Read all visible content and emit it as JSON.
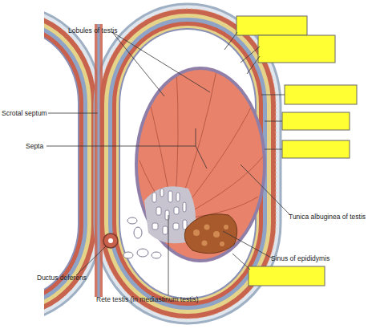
{
  "diagram": {
    "labels": [
      "Lobules of testis",
      "Scrotal septum",
      "Septa",
      "Tunica albuginea of testis",
      "Sinus of epididymis",
      "Ductus deferens",
      "Rete testis (in mediastinum testis)"
    ]
  }
}
